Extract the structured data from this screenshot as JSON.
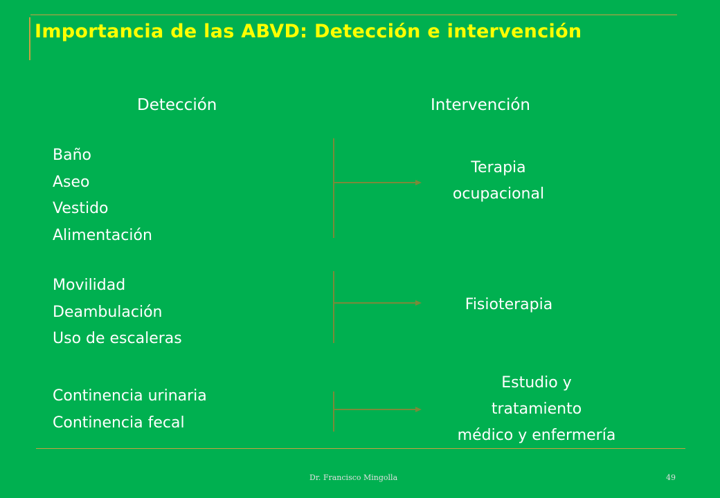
{
  "slide": {
    "title": "Importancia de las ABVD: Detección e intervención",
    "columns": {
      "detection_header": "Detección",
      "intervention_header": "Intervención"
    },
    "groups": [
      {
        "items": [
          "Baño",
          "Aseo",
          "Vestido",
          "Alimentación"
        ],
        "intervention": [
          "Terapia",
          "ocupacional"
        ]
      },
      {
        "items": [
          "Movilidad",
          "Deambulación",
          "Uso de escaleras"
        ],
        "intervention": [
          "Fisioterapia"
        ]
      },
      {
        "items": [
          "Continencia urinaria",
          "Continencia fecal"
        ],
        "intervention": [
          "Estudio y",
          "tratamiento",
          "médico y enfermería"
        ]
      }
    ],
    "footer": {
      "author": "Dr. Francisco Mingolla",
      "page_number": "49"
    }
  },
  "colors": {
    "background": "#00b050",
    "title": "#ffff00",
    "text": "#ffffff",
    "rules": "#c8a040",
    "connectors": "#7a8a3a"
  },
  "icons": {
    "connector": "bracket-arrow-icon"
  }
}
